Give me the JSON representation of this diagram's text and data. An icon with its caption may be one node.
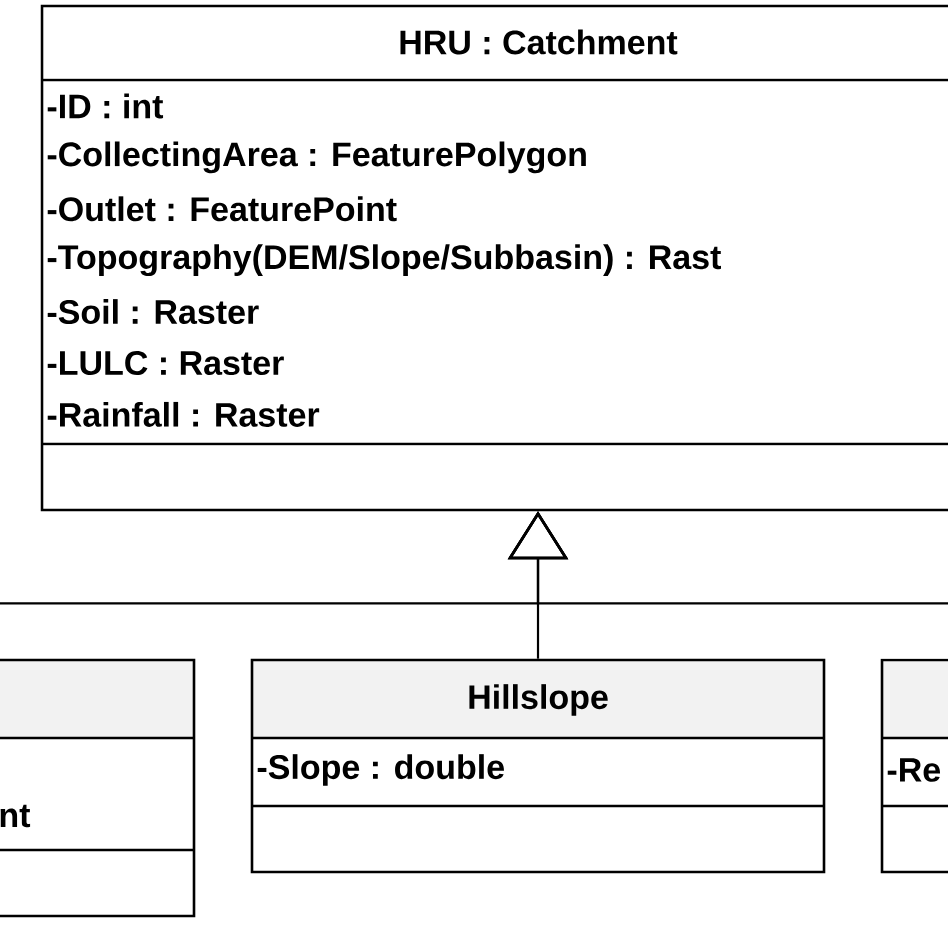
{
  "diagram": {
    "nodes": [
      {
        "text": [
          "HRU : Catchment",
          "-ID : int",
          "-CollectingArea : FeaturePolygon",
          "-Outlet : FeaturePoint",
          "-Topography(DEM/Slope/Subbasin) : Rast",
          "-Soil : Raster",
          "-LULC : Raster",
          "-Rainfall : Raster"
        ]
      },
      {
        "text": [
          "nt"
        ]
      },
      {
        "text": [
          "Hillslope",
          "-Slope : double"
        ]
      },
      {
        "text": [
          "-Re"
        ]
      }
    ],
    "edges": [
      {
        "from": 1,
        "to": 0,
        "arrow": "to"
      },
      {
        "from": 2,
        "to": 0,
        "arrow": "to"
      },
      {
        "from": 3,
        "to": 0,
        "arrow": "to"
      }
    ]
  }
}
